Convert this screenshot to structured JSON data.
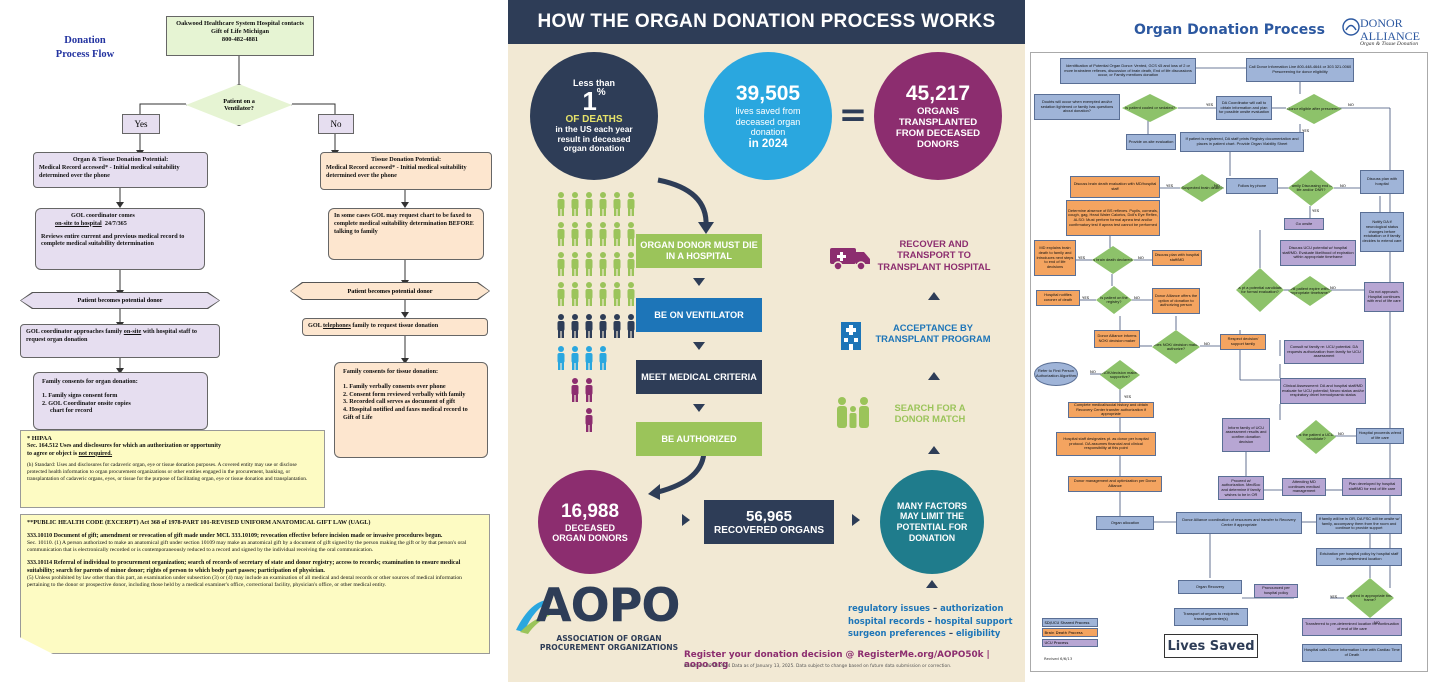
{
  "panel1": {
    "title": "Donation\nProcess  Flow",
    "top_box": "Oakwood Healthcare System Hospital contacts\nGift of Life Michigan\n800-482-4881",
    "decision": "Patient on a\nVentilator?",
    "yes": "Yes",
    "no": "No",
    "yes_box1_title": "Organ & Tissue Donation Potential:",
    "yes_box1_body": "Medical Record accessed* - Initial medical suitability determined over the phone",
    "yes_box2_a": "GOL coordinator comes",
    "yes_box2_b": "on-site to hospital",
    "yes_box2_c": "24/7/365",
    "yes_box2_d": "Reviews entire current and previous medical record to complete medical suitability determination",
    "yes_hex": "Patient becomes potential donor",
    "yes_box3_a": "GOL coordinator approaches family",
    "yes_box3_b": "on-site",
    "yes_box3_c": "with hospital staff to request organ donation",
    "yes_box4_title": "Family consents for organ donation:",
    "yes_box4_items": [
      "1. Family signs consent form",
      "2. GOL Coordinator onsite copies",
      "chart for record"
    ],
    "no_box1_title": "Tissue Donation Potential:",
    "no_box1_body": "Medical Record accessed* - Initial medical suitability determined over the phone",
    "no_box2": "In some cases GOL may request chart to be faxed to complete medical suitability determination BEFORE talking to family",
    "no_hex": "Patient becomes potential donor",
    "no_box3_a": "GOL",
    "no_box3_b": "telephones",
    "no_box3_c": "family to request tissue donation",
    "no_box4_title": "Family consents for tissue donation:",
    "no_box4_items": [
      "1. Family verbally consents over phone",
      "2. Consent form reviewed verbally with family",
      "3. Recorded call serves as document of gift",
      "4. Hospital notified and faxes medical record to Gift of Life"
    ],
    "hipaa_title": "* HIPAA",
    "hipaa_l1": "Sec. 164.512  Uses and disclosures for which an authorization or opportunity",
    "hipaa_l2a": "to agree or object is",
    "hipaa_l2b": "not required.",
    "hipaa_body": "(h) Standard: Uses and disclosures for cadaveric organ, eye or tissue donation purposes. A covered entity may use or disclose protected health information to organ procurement organizations or other entities engaged in the procurement, banking, or transplantation of cadaveric organs, eyes, or tissue for the purpose of facilitating organ, eye or tissue donation and transplantation.",
    "code_title": "**PUBLIC HEALTH CODE (EXCERPT) Act 368 of 1978-PART 101-REVISED UNIFORM ANATOMICAL GIFT LAW (UAGL)",
    "code_p1_title": "333.10110 Document of gift; amendment or revocation of gift made under MCL 333.10109; revocation effective before incision made or invasive procedures begun.",
    "code_p1_body": "Sec. 10110. (1) A person authorized to make an anatomical gift under section 10109 may make an anatomical gift by a document of gift signed by the person making the gift or by that person's oral communication that is electronically recorded or is contemporaneously reduced to a record and signed by the individual receiving the oral communication.",
    "code_p2_title": "333.10114 Referral of individual to procurement organization; search of records of secretary of state and donor registry; access to records; examination to ensure medical suitability; search for parents of minor donor; rights of person to which body part passes; participation of physician.",
    "code_p2_body": "(5) Unless prohibited by law other than this part, an examination under  subsection (3) or (4) may include an examination of all medical and dental records or other sources of medical information pertaining to the donor or prospective donor, including those held by a medical examiner's office, correctional facility, physician's office, or other medical entity."
  },
  "panel2": {
    "header": "HOW THE ORGAN DONATION PROCESS WORKS",
    "c1_a": "Less than",
    "c1_b": "1",
    "c1_c": "%",
    "c1_d": "OF DEATHS",
    "c1_e": "in the US each year result in deceased organ donation",
    "c2_num": "39,505",
    "c2_a": "lives saved from deceased organ donation",
    "c2_b": "in 2024",
    "equals": "=",
    "c3_num": "45,217",
    "c3_text": "ORGANS TRANSPLANTED FROM DECEASED DONORS",
    "steps": [
      "ORGAN DONOR MUST DIE IN A HOSPITAL",
      "BE ON VENTILATOR",
      "MEET MEDICAL CRITERIA",
      "BE AUTHORIZED"
    ],
    "right_steps": [
      "RECOVER AND TRANSPORT TO TRANSPLANT HOSPITAL",
      "ACCEPTANCE BY TRANSPLANT PROGRAM",
      "SEARCH FOR A DONOR MATCH"
    ],
    "c4_num": "16,988",
    "c4_text": "DECEASED ORGAN DONORS",
    "recovered_num": "56,965",
    "recovered_text": "RECOVERED ORGANS",
    "c5_text": "MANY FACTORS MAY LIMIT THE POTENTIAL FOR DONATION",
    "factors": [
      [
        "regulatory issues",
        "–",
        "authorization"
      ],
      [
        "hospital records",
        "–",
        "hospital support"
      ],
      [
        "surgeon preferences",
        "–",
        "eligibility"
      ]
    ],
    "logo": "AOPO",
    "logo_sub": "ASSOCIATION OF ORGAN\nPROCUREMENT ORGANIZATIONS",
    "register": "Register your donation decision @ RegisterMe.org/AOPO50k | aopo.org",
    "footnote": "Based on OPTN 2024 Data as of January 13, 2025. Data subject to change based on future data submission or correction."
  },
  "panel3": {
    "title": "Organ Donation Process",
    "logo_a": "DONOR",
    "logo_b": "ALLIANCE",
    "logo_c": "Organ & Tissue Donation",
    "lives_saved": "Lives Saved",
    "legend": [
      "SD/UCU Shared Process",
      "Brain Death Process",
      "UCU Process"
    ],
    "revised": "Revised 6/6/13",
    "nodes": {
      "n1": "Identification of Potential Organ Donor: Vented, GCS ≤5 and loss of 2 or more brainstem reflexes, discussion of brain death, End of life discussions occur, or Family mentions donation",
      "n2": "Call Donor Information Line 800-448-4644 or 303 321-0060 Prescreening for donor eligibility",
      "n3": "Doubts will occur when exempted and/or sedation lightened or family has questions about donation?",
      "d1": "Is patient cooled or sedated?",
      "n4": "DA Coordinator will call to obtain information and plan for possible onsite evaluation",
      "d2": "Donor eligible after prescreen?",
      "n5": "Provide on-site evaluation",
      "n6": "If patient is registered, DA staff prints Registry documentation and places in patient chart. Provide Organ Viability Sheet",
      "n7": "Discuss brain death evaluation with MD/hospital staff",
      "d3": "Suspected brain death?",
      "n8": "Follow by phone",
      "d4": "Family Discussing end of life and/or DNR?",
      "n9": "Discuss plan with hospital",
      "n10": "Determine absence of BS reflexes. Pupils, corneals, cough, gag, Head Water Calorics, Doll's Eye Reflex, ALSO: Must perform formal apnea test and/or confirmatory test if apnea test cannot be performed",
      "n11": "Go onsite",
      "n12": "Notify DA if neurological status changes before extubation or if family decides to extend care",
      "n13": "MD explains brain death to family and introduces next steps to end of life decisions",
      "d5": "Is brain death declared?",
      "n14": "Discuss plan with hospital staff/MD",
      "n15": "Discuss UCU potential w/ hospital staff/MD. Evaluate likelihood of expiration within appropriate timeframe",
      "d6": "Is pt a potential candidate for formal evaluation?",
      "d7": "Will patient expire within appropriate timeframe?",
      "n16": "Do not approach. Hospital continues with end of life care",
      "n17": "Hospital notifies coroner of death",
      "d8": "Is patient on the registry?",
      "n18": "Donor Alliance offers the option of donation to authorizing person",
      "n19": "Donor Alliance informs NOK/ decision maker",
      "d9": "Does NOK/ decision maker authorize?",
      "n20": "Respect decision/ support family",
      "n21": "Consult w/ family re: UCU potential. DA requests authorization from family for UCU assessment",
      "n22": "Refer to First Person Authorization Algorithm",
      "d10": "NOK/decision maker supportive?",
      "n23": "Clinical Assessment: DA and hospital staff/MD evaluate for UCU potential; Neuro status and/or respiratory drive/ hemodynamic status",
      "n24": "Complete medical/social history and obtain Recovery Center transfer authorization if appropriate",
      "n25": "Inform family of UCU assessment results and confirm donation decision",
      "d11": "Is the patient a UCU candidate?",
      "n26": "Hospital proceeds w/end of life care",
      "n27": "Hospital staff designates pt. as donor per hospital protocol. DA assumes financial and clinical responsibility at this point",
      "n28": "Proceed w/ authorization. MedSoc and determine if family wishes to be in OR",
      "n29": "Attending MD continues medical management",
      "n30": "Plan developed by hospital staff/MD for end of life care",
      "n31": "Donor management and optimization per Donor Alliance",
      "n32": "Organ allocation",
      "n33": "Donor Alliance coordination of resources and transfer to Recovery Center if appropriate",
      "n34": "If family will be in OR, DA FSC will be onsite w/ family, accompany them from the room and continue to provide support",
      "n35": "Extubation per hospital policy by hospital staff in pre-determined location",
      "n36": "Organ Recovery",
      "n37": "Pronounced per hospital policy",
      "d12": "Expired in appropriate time frame?",
      "n38": "Transport of organs to recipients transplant center(s)",
      "n39": "Transferred to pre-determined location for continuation of end of life care",
      "n40": "Hospital calls Donor Information Line with Cardiac Time of Death"
    },
    "yes_label": "YES",
    "no_label": "NO"
  }
}
